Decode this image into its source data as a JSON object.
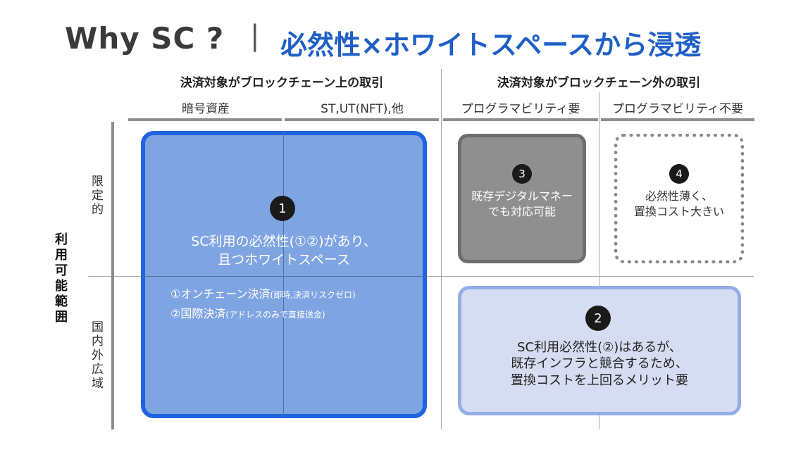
{
  "title": {
    "main": "Why SC ?",
    "separator": "|",
    "accent": "必然性×ホワイトスペースから浸透"
  },
  "columns": {
    "group_on_chain": "決済対象がブロックチェーン上の取引",
    "group_off_chain": "決済対象がブロックチェーン外の取引",
    "sub": [
      "暗号資産",
      "ST,UT(NFT),他",
      "プログラマビリティ要",
      "プログラマビリティ不要"
    ]
  },
  "rows": {
    "axis_label": "利用可能範囲",
    "limited": "限定的",
    "wide": "国内外広域"
  },
  "boxes": {
    "box1": {
      "number": "1",
      "line1": "SC利用の必然性(①②)があり、",
      "line2": "且つホワイトスペース",
      "item1_main": "①オンチェーン決済",
      "item1_note": "(即時,決済リスクゼロ)",
      "item2_main": "②国際決済",
      "item2_note": "(アドレスのみで直接送金)"
    },
    "box3": {
      "number": "3",
      "line1": "既存デジタルマネー",
      "line2": "でも対応可能"
    },
    "box4": {
      "number": "4",
      "line1": "必然性薄く、",
      "line2": "置換コスト大きい"
    },
    "box2": {
      "number": "2",
      "line1": "SC利用必然性(②)はあるが、",
      "line2": "既存インフラと競合するため、",
      "line3": "置換コストを上回るメリット要"
    }
  },
  "colors": {
    "accent_blue": "#1f5fc6",
    "box1_fill": "#7ea4e2",
    "box1_border": "#1f63e0",
    "box2_fill": "#d6dcf1",
    "box3_fill": "#8f8f8f"
  }
}
